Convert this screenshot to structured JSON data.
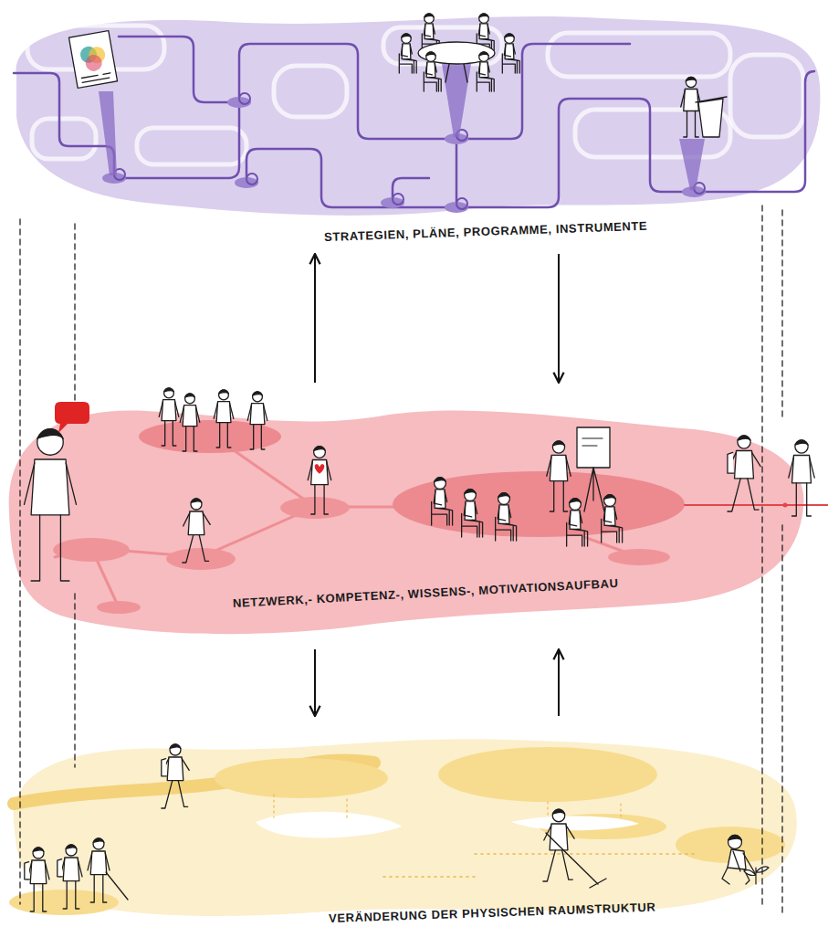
{
  "diagram": {
    "nodes": [
      {
        "text": [
          "STRATEGIEN, PLÄNE, PROGRAMME, INSTRUMENTE"
        ]
      },
      {
        "text": [
          "NETZWERK,- KOMPETENZ-, WISSENS-, MOTIVATIONSAUFBAU"
        ]
      },
      {
        "text": [
          "VERÄNDERUNG DER PHYSISCHEN RAUMSTRUKTUR"
        ]
      }
    ],
    "edges": [
      {
        "from": 1,
        "to": 0,
        "arrow": "to"
      },
      {
        "from": 0,
        "to": 1,
        "arrow": "to"
      },
      {
        "from": 1,
        "to": 2,
        "arrow": "to"
      },
      {
        "from": 2,
        "to": 1,
        "arrow": "to"
      }
    ]
  }
}
